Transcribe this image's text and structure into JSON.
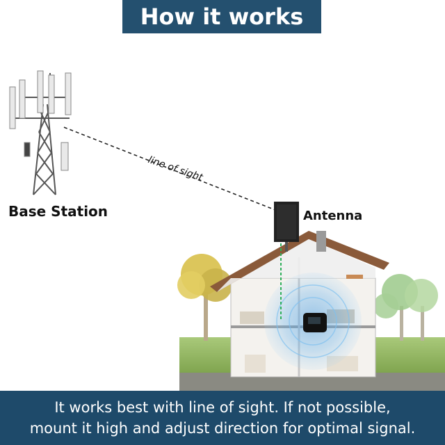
{
  "header": {
    "title": "How it works"
  },
  "labels": {
    "base_station": "Base Station",
    "antenna": "Antenna",
    "line_of_sight": "line of sight"
  },
  "caption": {
    "line1": "It works best with line of sight. If not possible,",
    "line2": "mount it high and adjust direction for optimal signal."
  },
  "colors": {
    "banner": "#24506f",
    "caption_bar": "#1e4a6a",
    "signal": "#4a9be0",
    "roof": "#8a5a3a"
  }
}
